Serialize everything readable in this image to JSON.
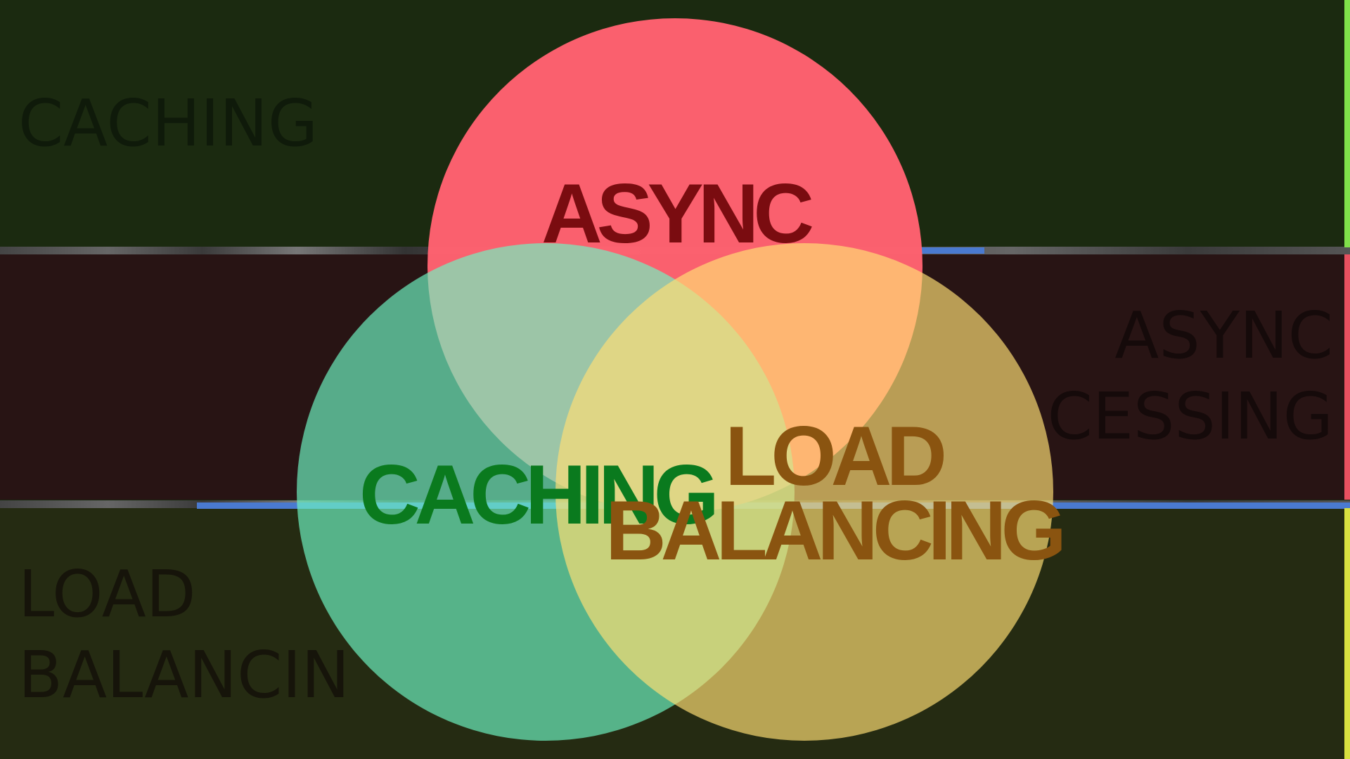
{
  "background_labels": {
    "top": "CACHING",
    "middle": "ASYNC\nCESSING",
    "bottom": "LOAD\nBALANCIN"
  },
  "venn": {
    "circles": [
      {
        "name": "async",
        "label_lines": [
          "ASYNC"
        ],
        "fill": "#ff6270",
        "label_color": "#7a0c10"
      },
      {
        "name": "caching",
        "label_lines": [
          "CACHING"
        ],
        "fill": "#6ef4c2",
        "label_color": "#0a7a1e"
      },
      {
        "name": "load-balancing",
        "label_lines": [
          "LOAD",
          "BALANCING"
        ],
        "fill": "#ffde74",
        "label_color": "#8a5410"
      }
    ]
  },
  "colors": {
    "band_top": "#1b2a10",
    "band_middle": "#281414",
    "band_bottom": "#252b12"
  }
}
